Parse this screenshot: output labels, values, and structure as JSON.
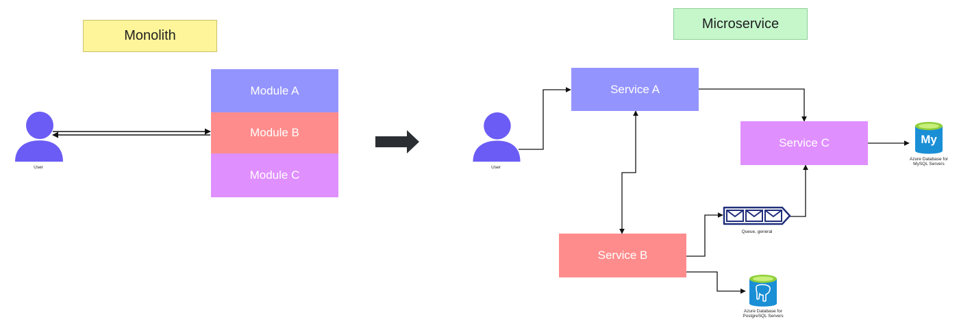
{
  "monolith": {
    "title": "Monolith",
    "user_label": "User",
    "modules": [
      {
        "label": "Module A",
        "color": "#9494ff"
      },
      {
        "label": "Module B",
        "color": "#ff8c8c"
      },
      {
        "label": "Module C",
        "color": "#e08fff"
      }
    ]
  },
  "microservice": {
    "title": "Microservice",
    "user_label": "User",
    "services": {
      "a": {
        "label": "Service A",
        "color": "#9494ff"
      },
      "b": {
        "label": "Service B",
        "color": "#ff8c8c"
      },
      "c": {
        "label": "Service C",
        "color": "#e08fff"
      }
    },
    "queue_label": "Queue, general",
    "mysql_label": "Azure Database for MySQL Servers",
    "mysql_glyph": "My",
    "postgres_label": "Azure Database for PostgreSQL Servers"
  },
  "colors": {
    "monolith_title_bg": "#fef59a",
    "microservice_title_bg": "#c5f7cb",
    "user_icon": "#6b5cf5",
    "arrow": "#2b2f33",
    "queue": "#1f2d7a",
    "db_blue": "#1a8fd6",
    "db_green": "#8fcf3a"
  },
  "icons": [
    "user-icon",
    "arrow-right-icon",
    "queue-icon",
    "mysql-database-icon",
    "postgresql-database-icon"
  ]
}
